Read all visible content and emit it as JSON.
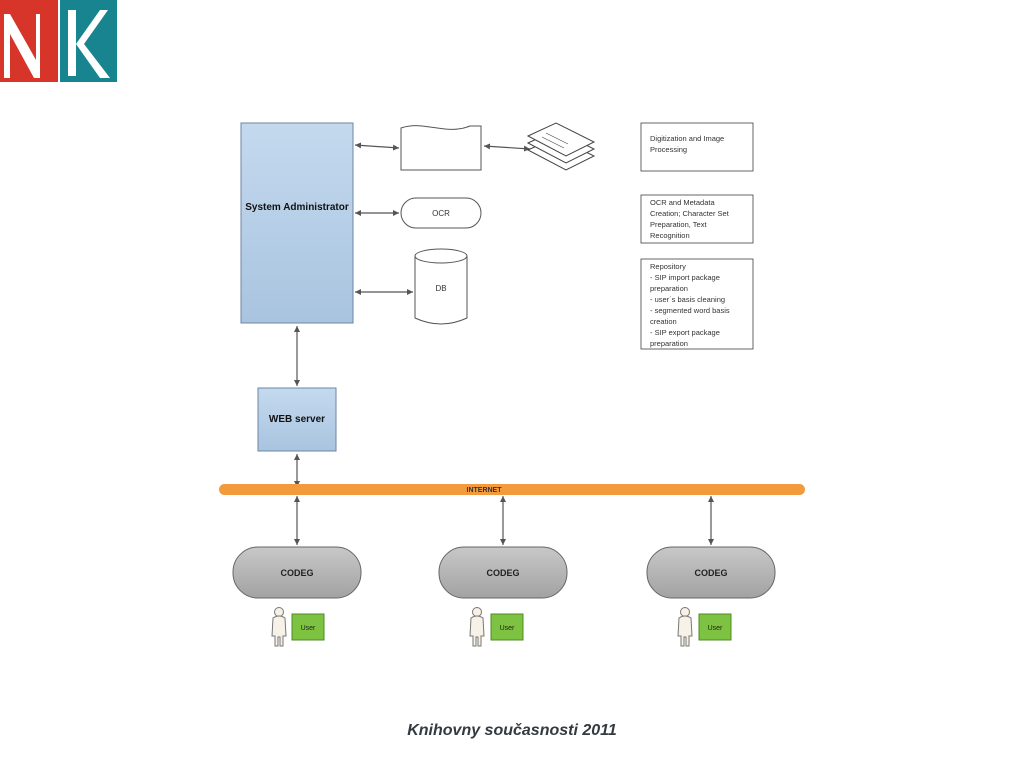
{
  "logo": {
    "letters": "NK",
    "left_color": "#d8352a",
    "right_color": "#18848f"
  },
  "diagram": {
    "system_admin": "System Administrator",
    "web_server": "WEB server",
    "ocr": "OCR",
    "db": "DB",
    "internet": "INTERNET",
    "codeg": [
      "CODEG",
      "CODEG",
      "CODEG"
    ],
    "user": [
      "User",
      "User",
      "User"
    ],
    "legend": {
      "digitization": [
        "Digitization and Image",
        "Processing"
      ],
      "ocr_metadata": [
        "OCR and Metadata",
        "Creation; Character Set",
        "Preparation, Text",
        "Recognition"
      ],
      "repository": [
        "Repository",
        "- SIP import package",
        "preparation",
        "- user´s basis cleaning",
        "- segmented word basis",
        "creation",
        "- SIP export package",
        "preparation"
      ]
    },
    "colors": {
      "admin_fill": "#b9d1e8",
      "internet": "#f39a3c",
      "codeg_fill": "#b0b0b0",
      "user_fill": "#7ec242"
    }
  },
  "footer": "Knihovny současnosti 2011"
}
